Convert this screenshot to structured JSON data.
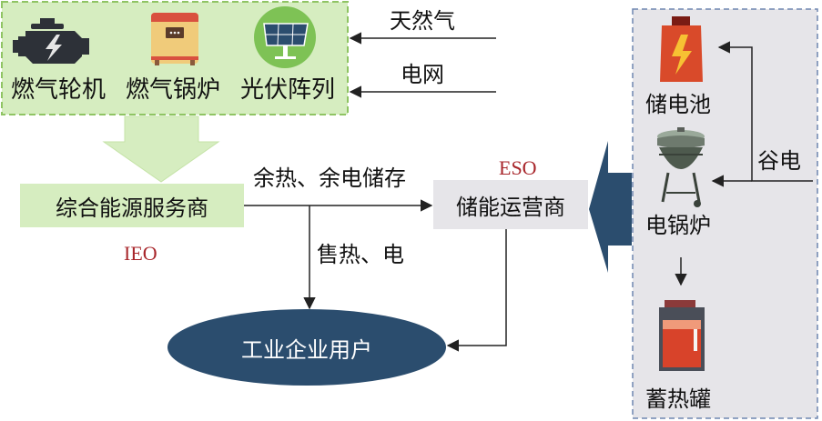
{
  "generation": {
    "items": [
      "燃气轮机",
      "燃气锅炉",
      "光伏阵列"
    ]
  },
  "inputs": {
    "natural_gas": "天然气",
    "grid": "电网"
  },
  "ieo": {
    "name": "综合能源服务商",
    "abbr": "IEO"
  },
  "eso": {
    "name": "储能运营商",
    "abbr": "ESO"
  },
  "flows": {
    "store": "余热、余电储存",
    "sell": "售热、电",
    "valley": "谷电"
  },
  "user": {
    "name": "工业企业用户"
  },
  "storage": {
    "battery": "储电池",
    "boiler": "电锅炉",
    "tank": "蓄热罐"
  },
  "colors": {
    "green_fill": "#d6edc0",
    "green_border": "#8fc463",
    "navy": "#2b4d6e",
    "gray_panel": "#e6e5e9",
    "dash": "#6f86b0",
    "red": "#a8262b"
  },
  "icons": [
    "engine-icon",
    "gas-boiler-icon",
    "solar-panel-icon",
    "battery-icon",
    "electric-boiler-icon",
    "heat-tank-icon"
  ]
}
